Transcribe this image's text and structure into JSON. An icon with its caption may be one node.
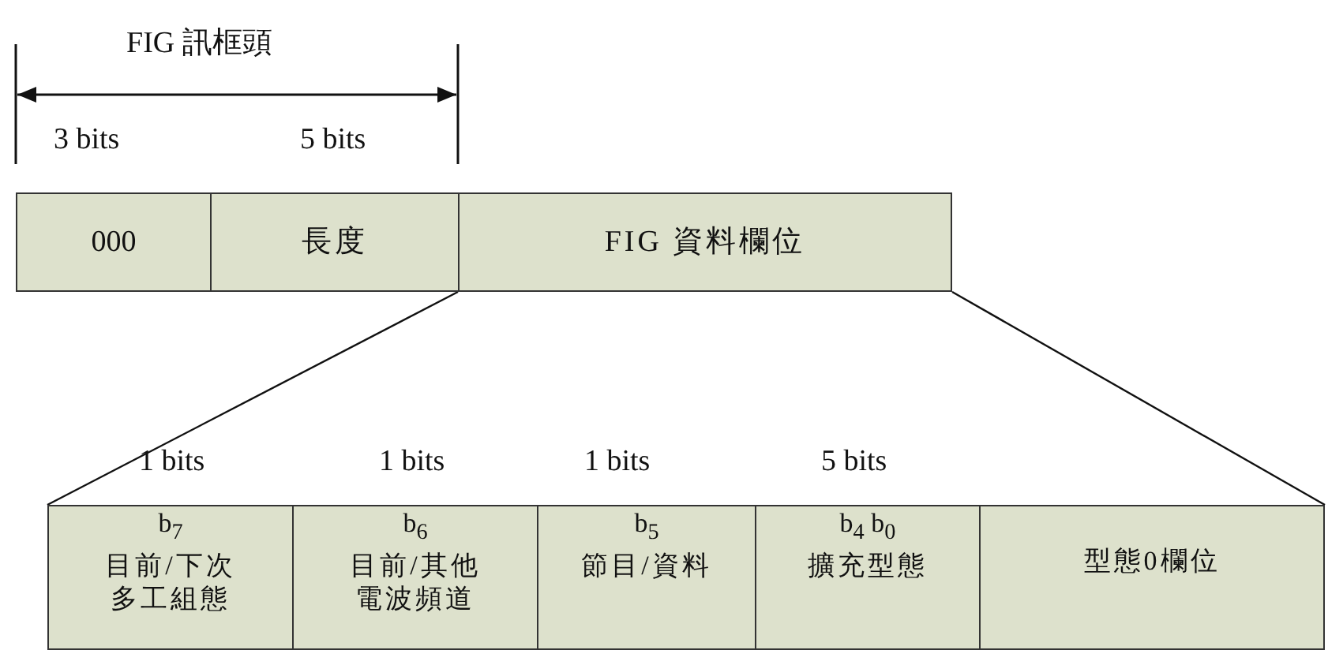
{
  "diagram": {
    "nodes": [
      {
        "text": [
          "000"
        ]
      },
      {
        "text": [
          "長度"
        ]
      },
      {
        "text": [
          "FIG 資料欄位"
        ]
      },
      {
        "text": [
          "b$_{7}$",
          "目前/下次多工組態"
        ]
      },
      {
        "text": [
          "b$_{6}$",
          "目前/其他電波頻道"
        ]
      },
      {
        "text": [
          "b$_{5}$",
          "節目/資料"
        ]
      },
      {
        "text": [
          "b$_{4}$ b$_{0}$",
          "擴充型態"
        ]
      },
      {
        "text": [
          "型態0欄位"
        ]
      }
    ],
    "edges": [
      {
        "from": 2,
        "to": 3,
        "arrow": "none"
      },
      {
        "from": 2,
        "to": 7,
        "arrow": "none"
      }
    ],
    "labels": [
      "FIG 訊框頭",
      "3 bits",
      "5 bits",
      "1 bits",
      "1 bits",
      "1 bits",
      "5 bits"
    ]
  }
}
